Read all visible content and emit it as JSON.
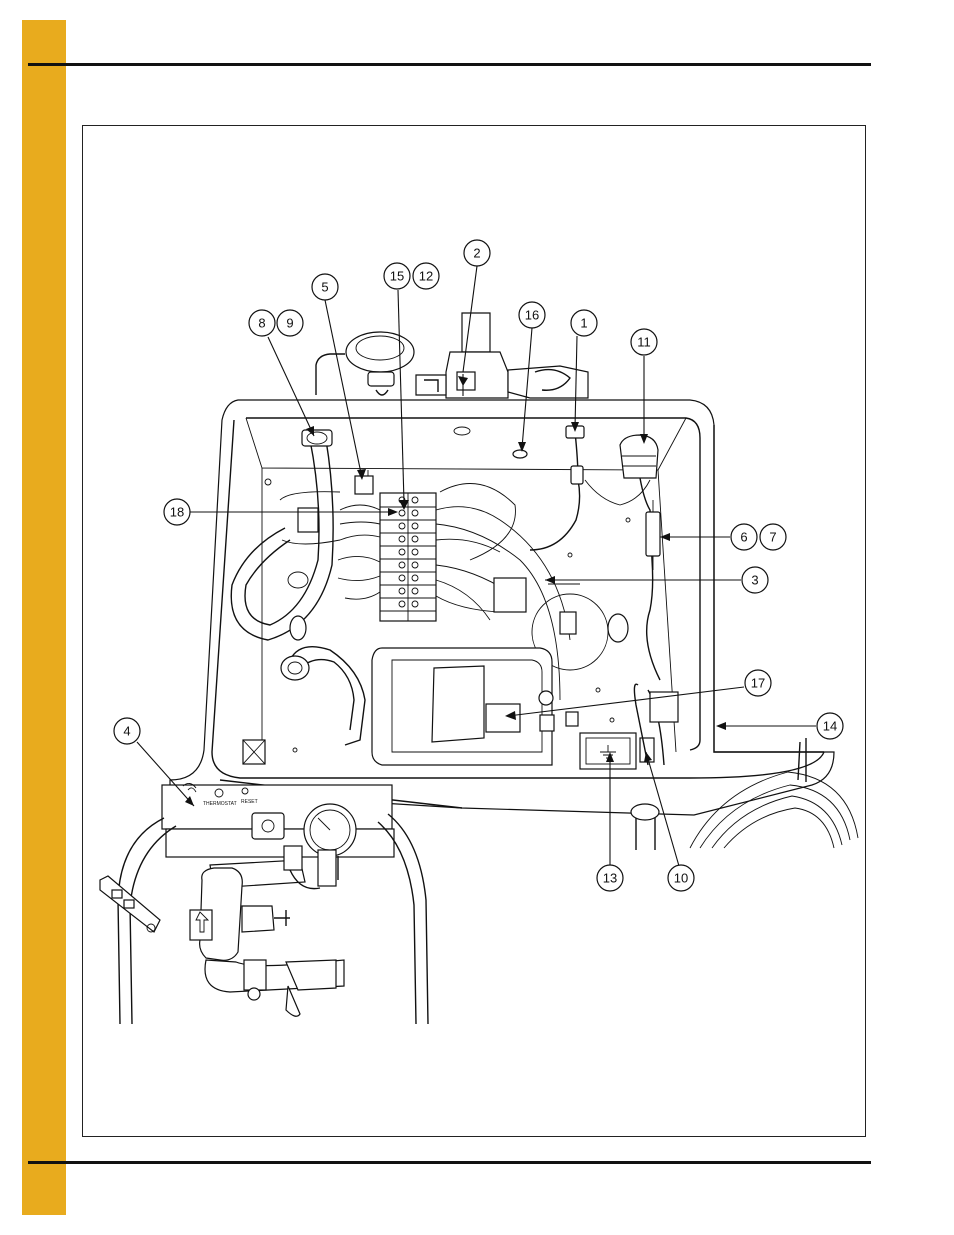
{
  "callouts": [
    {
      "id": "c1",
      "label": "1"
    },
    {
      "id": "c2",
      "label": "2"
    },
    {
      "id": "c3",
      "label": "3"
    },
    {
      "id": "c4",
      "label": "4"
    },
    {
      "id": "c5",
      "label": "5"
    },
    {
      "id": "c6",
      "label": "6"
    },
    {
      "id": "c7",
      "label": "7"
    },
    {
      "id": "c8",
      "label": "8"
    },
    {
      "id": "c9",
      "label": "9"
    },
    {
      "id": "c10",
      "label": "10"
    },
    {
      "id": "c11",
      "label": "11"
    },
    {
      "id": "c12",
      "label": "12"
    },
    {
      "id": "c13",
      "label": "13"
    },
    {
      "id": "c14",
      "label": "14"
    },
    {
      "id": "c15",
      "label": "15"
    },
    {
      "id": "c16",
      "label": "16"
    },
    {
      "id": "c17",
      "label": "17"
    },
    {
      "id": "c18",
      "label": "18"
    }
  ],
  "panel_labels": {
    "thermostat": "THERMOSTAT",
    "reset": "RESET"
  },
  "colors": {
    "side_bar": "#e8ab1e",
    "ink": "#111111"
  }
}
